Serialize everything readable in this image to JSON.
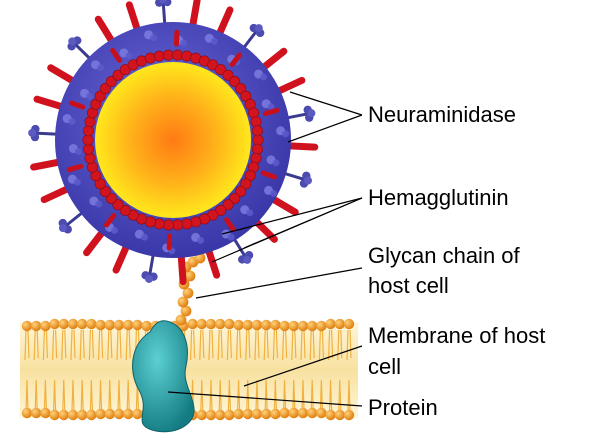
{
  "labels": {
    "neuraminidase": "Neuraminidase",
    "hemagglutinin": "Hemagglutinin",
    "glycan_line1": "Glycan chain of",
    "glycan_line2": "host cell",
    "membrane_line1": "Membrane of host",
    "membrane_line2": "cell",
    "protein": "Protein"
  },
  "colors": {
    "virus_envelope": "#4a48b8",
    "virus_core_center": "#ff9a1a",
    "virus_core_edge": "#ffe61a",
    "lipid_bead": "#f5a223",
    "hemagglutinin_spike": "#d0121e",
    "neuraminidase_spike": "#3a3a90",
    "membrane_interior": "#fbeab1",
    "protein": "#1e9ea6",
    "pointer_line": "#000000"
  }
}
